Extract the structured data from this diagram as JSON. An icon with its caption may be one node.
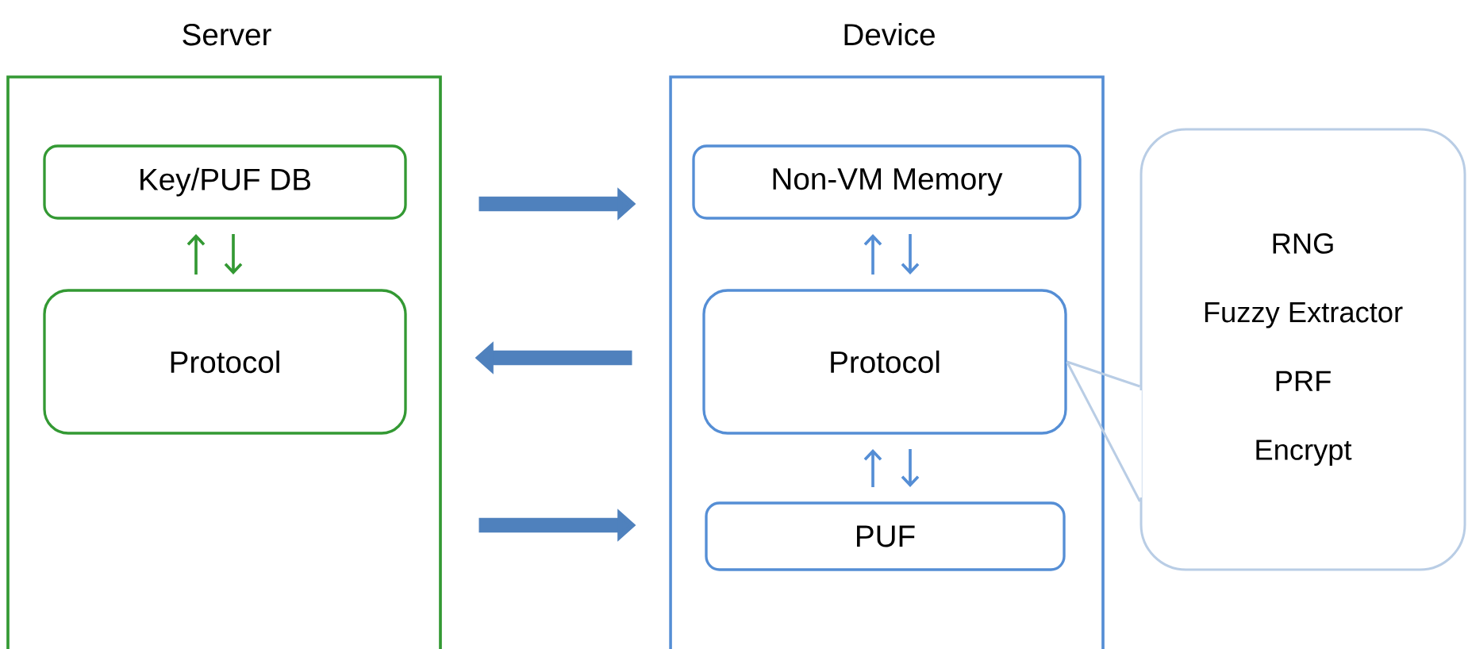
{
  "diagram": {
    "nodes": [
      {
        "text": [
          "Server"
        ]
      },
      {
        "text": [
          "Key/PUF DB"
        ],
        "in": 0
      },
      {
        "text": [
          "Protocol"
        ],
        "in": 0
      },
      {
        "text": [
          "Device"
        ]
      },
      {
        "text": [
          "Non-VM Memory"
        ],
        "in": 3
      },
      {
        "text": [
          "Protocol"
        ],
        "in": 3
      },
      {
        "text": [
          "PUF"
        ],
        "in": 3
      },
      {
        "text": [
          "RNG",
          "Fuzzy Extractor",
          "PRF",
          "Encrypt"
        ]
      }
    ],
    "edges": [
      {
        "from": 2,
        "to": 1,
        "arrow": "to",
        "color": "#339933"
      },
      {
        "from": 1,
        "to": 2,
        "arrow": "to",
        "color": "#339933"
      },
      {
        "from": 0,
        "to": 3,
        "arrow": "to",
        "style": "thick",
        "color": "#4f81bd"
      },
      {
        "from": 3,
        "to": 0,
        "arrow": "to",
        "style": "thick",
        "color": "#4f81bd"
      },
      {
        "from": 0,
        "to": 3,
        "arrow": "to",
        "style": "thick",
        "color": "#4f81bd"
      },
      {
        "from": 5,
        "to": 4,
        "arrow": "to"
      },
      {
        "from": 4,
        "to": 5,
        "arrow": "to"
      },
      {
        "from": 6,
        "to": 5,
        "arrow": "to"
      },
      {
        "from": 5,
        "to": 6,
        "arrow": "to"
      },
      {
        "from": 7,
        "to": 5,
        "arrow": "none",
        "color": "#b9cde5"
      }
    ]
  }
}
